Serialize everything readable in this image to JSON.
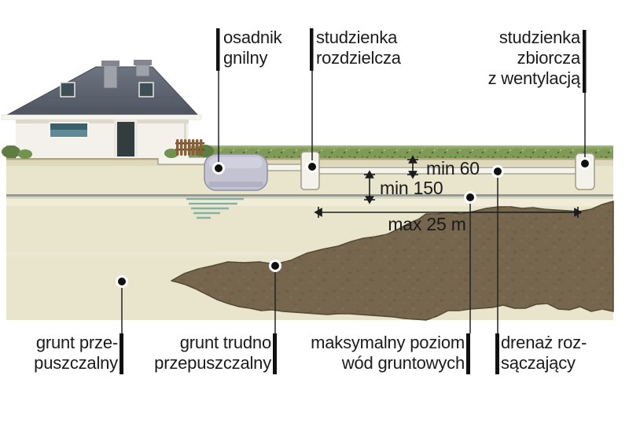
{
  "diagram": {
    "top_labels": {
      "osadnik": {
        "line1": "osadnik",
        "line2": "gnilny"
      },
      "rozdzielcza": {
        "line1": "studzienka",
        "line2": "rozdzielcza"
      },
      "zbiorcza": {
        "line1": "studzienka",
        "line2": "zbiorcza",
        "line3": "z wentylacją"
      }
    },
    "bottom_labels": {
      "grunt_przepuszczalny": {
        "line1": "grunt prze-",
        "line2": "puszczalny"
      },
      "grunt_trudno": {
        "line1": "grunt trudno",
        "line2": "przepuszczalny"
      },
      "poziom_wod": {
        "line1": "maksymalny poziom",
        "line2": "wód gruntowych"
      },
      "drenaz": {
        "line1": "drenaż roz-",
        "line2": "sączający"
      }
    },
    "dimensions": {
      "cover_depth": "min 60",
      "groundwater_depth": "min 150",
      "max_length": "max 25 m"
    },
    "colors": {
      "permeable_soil": "#e9e5cc",
      "impermeable_soil": "#76664e",
      "grass": "#7f9a57",
      "septic_tank": "#c3c3d2",
      "groundwater_line": "#919b99",
      "water_marks": "#86b1a3",
      "label_text": "#1b1b1b"
    }
  }
}
